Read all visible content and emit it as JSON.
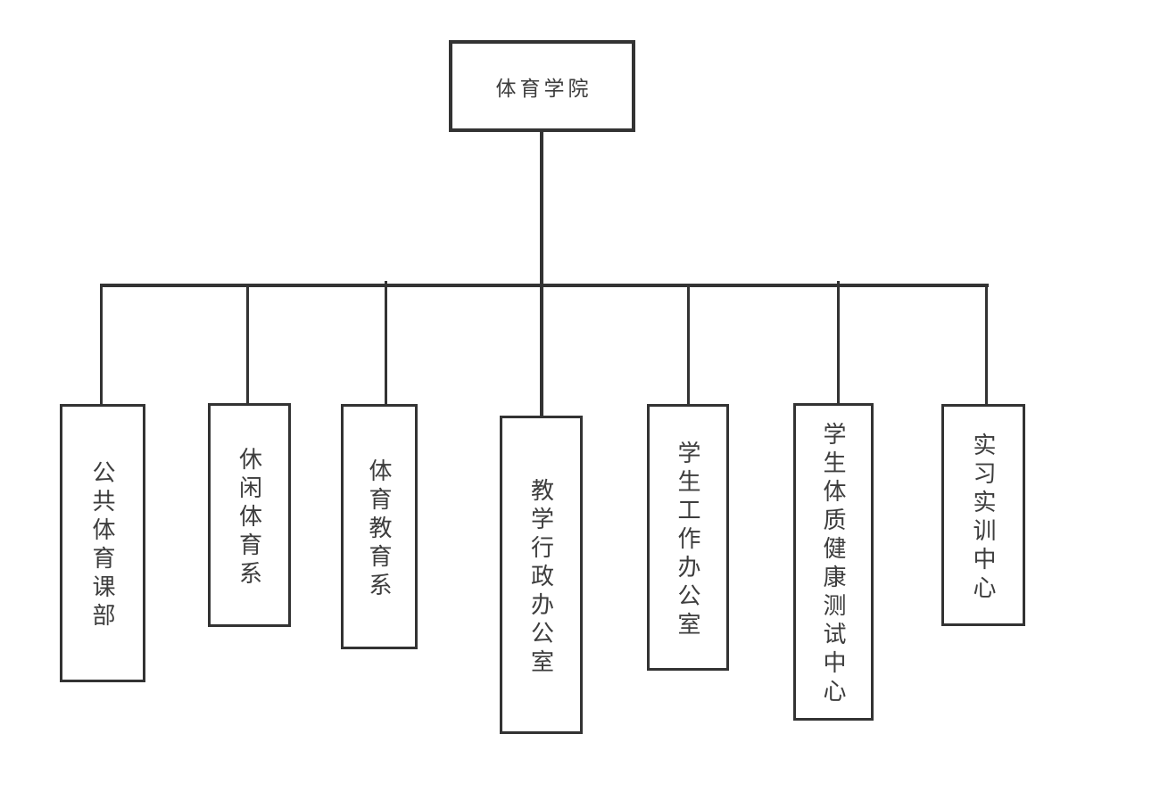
{
  "diagram": {
    "type": "org-chart",
    "root": {
      "label": "体育学院"
    },
    "children": [
      {
        "label": "公共体育课部"
      },
      {
        "label": "休闲体育系"
      },
      {
        "label": "体育教育系"
      },
      {
        "label": "教学行政办公室"
      },
      {
        "label": "学生工作办公室"
      },
      {
        "label": "学生体质健康测试中心"
      },
      {
        "label": "实习实训中心"
      }
    ],
    "colors": {
      "line": "#333333",
      "text": "#3d3d3d",
      "background": "#ffffff"
    }
  }
}
